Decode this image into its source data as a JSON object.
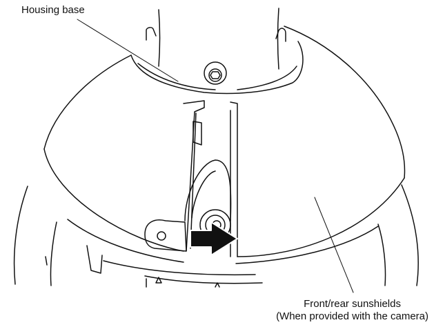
{
  "labels": {
    "housing_base": "Housing base",
    "sunshield_line1": "Front/rear sunshields",
    "sunshield_line2": "(When provided with the camera)"
  },
  "colors": {
    "line": "#111111",
    "arrow": "#111111",
    "background": "#ffffff"
  },
  "icons": {
    "arrow": "filled-right-arrow",
    "screw": "hex-screw"
  }
}
